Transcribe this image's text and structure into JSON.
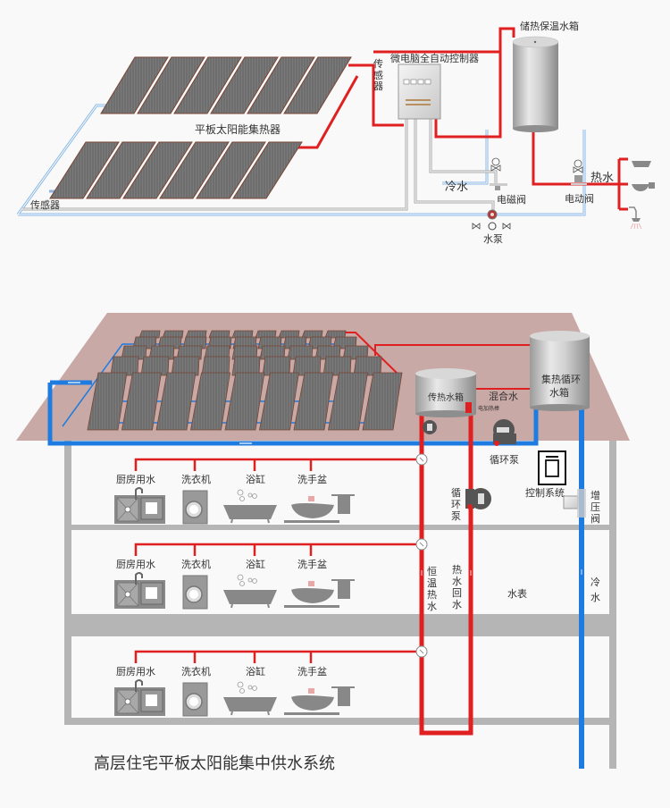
{
  "top_diagram": {
    "collector_label": "平板太阳能集热器",
    "sensor_left_label": "传感器",
    "sensor_right_label": [
      "传",
      "感",
      "器"
    ],
    "controller_label": "微电脑全自动控制器",
    "tank_label": "储热保温水箱",
    "cold_water_label": "冷水",
    "solenoid_valve_label": "电磁阀",
    "pump_label": "水泵",
    "hot_water_label": "热水",
    "electric_valve_label": "电动阀"
  },
  "bottom_diagram": {
    "title": "高层住宅平板太阳能集中供水系统",
    "heat_transfer_tank_label": "传热水箱",
    "heating_rod_label": "电加热棒",
    "mixed_water_label": "混合水",
    "collector_tank_label": [
      "集热循环",
      "水箱"
    ],
    "circulation_pump_label": "循环泵",
    "circulation_pump_vertical_label": [
      "循",
      "环",
      "泵"
    ],
    "control_system_label": "控制系统",
    "booster_valve_label": [
      "增",
      "压",
      "阀"
    ],
    "constant_temp_hot_water_label": [
      "恒",
      "温",
      "热",
      "水"
    ],
    "hot_water_return_label": [
      "热",
      "水",
      "回",
      "水"
    ],
    "water_meter_label": "水表",
    "cold_water_label": [
      "冷",
      "水"
    ],
    "floors": [
      {
        "fixtures": [
          "厨房用水",
          "洗衣机",
          "浴缸",
          "洗手盆"
        ]
      },
      {
        "fixtures": [
          "厨房用水",
          "洗衣机",
          "浴缸",
          "洗手盆"
        ]
      },
      {
        "fixtures": [
          "厨房用水",
          "洗衣机",
          "浴缸",
          "洗手盆"
        ]
      }
    ]
  },
  "colors": {
    "hot_pipe": "#e02020",
    "cold_pipe": "#1e7be0",
    "light_cold_pipe": "#8ab8e6",
    "roof": "#c9a9a6",
    "wall": "#b5b5b5",
    "panel": "#6f6f6f",
    "panel_border": "#7a4535"
  }
}
